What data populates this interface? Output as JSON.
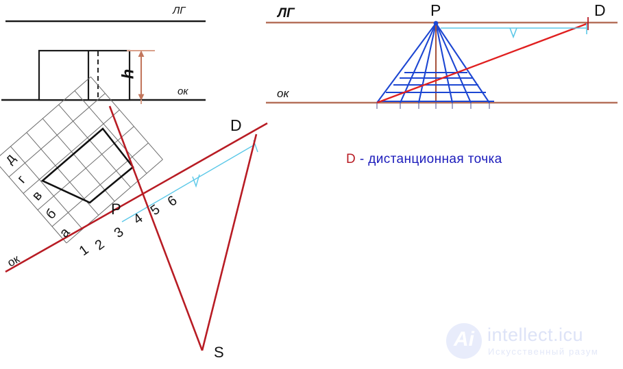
{
  "figure": {
    "title_caption": {
      "symbol": "D",
      "dash": "-",
      "text": "дистанционная точка"
    },
    "colors": {
      "horizon_line": "#b5705a",
      "ground_line": "#b5705a",
      "elevation_line": "#1a1a1a",
      "perspective_ray": "#1c46d2",
      "construction_red": "#b81c24",
      "dimension_cyan": "#5bc8e8",
      "dimension_brown": "#c2765c",
      "plan_grid": "#6b6b6b",
      "plan_outline": "#111111",
      "caption_blue": "#1b1bbb"
    }
  },
  "elevation_view": {
    "horizon_label": "ЛГ",
    "ground_label": "ок",
    "height_label": "h"
  },
  "plan_view": {
    "picture_plane_label": "ок",
    "principal_point_label": "P",
    "distance_point_label": "D",
    "station_point_label": "S",
    "depth_letters": [
      "д",
      "г",
      "в",
      "б",
      "а"
    ],
    "width_numbers": [
      "1",
      "2",
      "3",
      "4",
      "5",
      "6"
    ]
  },
  "perspective_view": {
    "horizon_label": "ЛГ",
    "ground_label": "ок",
    "principal_point_label": "P",
    "distance_point_label": "D",
    "grid_columns": 6,
    "grid_depth_rows": 5
  },
  "watermark": {
    "badge_glyph": "Ai",
    "title": "intellect.icu",
    "subtitle": "Искусственный разум"
  }
}
